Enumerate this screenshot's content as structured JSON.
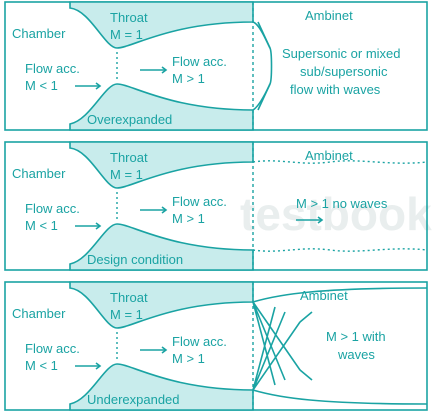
{
  "colors": {
    "accent": "#1aa3a3",
    "fill": "#c8ecec"
  },
  "watermark": "testbook",
  "panels": [
    {
      "chamber": "Chamber",
      "throat_title": "Throat",
      "throat_mach": "M = 1",
      "flow_in_1": "Flow acc.",
      "flow_in_2": "M < 1",
      "flow_out_1": "Flow acc.",
      "flow_out_2": "M > 1",
      "ambient": "Ambinet",
      "condition": "Overexpanded",
      "ambient_note_lines": [
        "Supersonic or mixed",
        "sub/supersonic",
        "flow with waves"
      ]
    },
    {
      "chamber": "Chamber",
      "throat_title": "Throat",
      "throat_mach": "M = 1",
      "flow_in_1": "Flow acc.",
      "flow_in_2": "M < 1",
      "flow_out_1": "Flow acc.",
      "flow_out_2": "M > 1",
      "ambient": "Ambinet",
      "condition": "Design condition",
      "ambient_note_lines": [
        "M > 1 no waves"
      ]
    },
    {
      "chamber": "Chamber",
      "throat_title": "Throat",
      "throat_mach": "M = 1",
      "flow_in_1": "Flow acc.",
      "flow_in_2": "M < 1",
      "flow_out_1": "Flow acc.",
      "flow_out_2": "M > 1",
      "ambient": "Ambinet",
      "condition": "Underexpanded",
      "ambient_note_lines": [
        "M > 1 with",
        "waves"
      ]
    }
  ]
}
